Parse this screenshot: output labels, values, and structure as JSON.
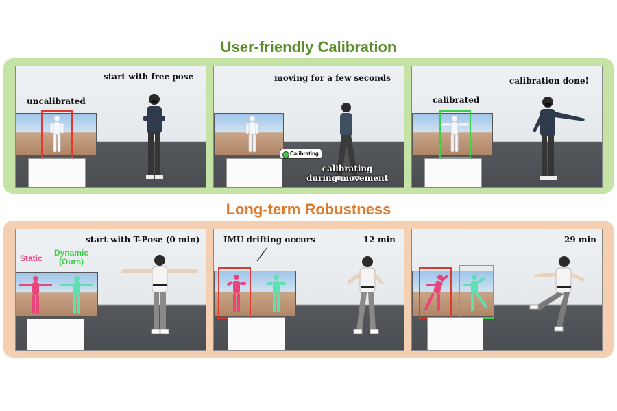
{
  "sections": [
    {
      "title": "User-friendly Calibration",
      "color": "#5b8c2a",
      "frames": [
        {
          "top_caption": "start with free pose",
          "label": "uncalibrated"
        },
        {
          "top_caption": "moving for a few seconds",
          "badge": "Calibrating",
          "bottom_caption": "calibrating\nduring movement"
        },
        {
          "top_caption": "calibration done!",
          "label": "calibrated"
        }
      ]
    },
    {
      "title": "Long-term Robustness",
      "color": "#e07a2a",
      "frames": [
        {
          "top_caption": "start with T-Pose (0 min)",
          "legend_static": "Static",
          "legend_dynamic": "Dynamic\n(Ours)"
        },
        {
          "top_caption": "IMU drifting occurs",
          "time": "12 min"
        },
        {
          "time": "29 min"
        }
      ]
    }
  ],
  "colors": {
    "static": "#e8457a",
    "dynamic": "#3bd04a",
    "uncalibrated_box": "#e0392f",
    "calibrated_box": "#3bd04a"
  }
}
